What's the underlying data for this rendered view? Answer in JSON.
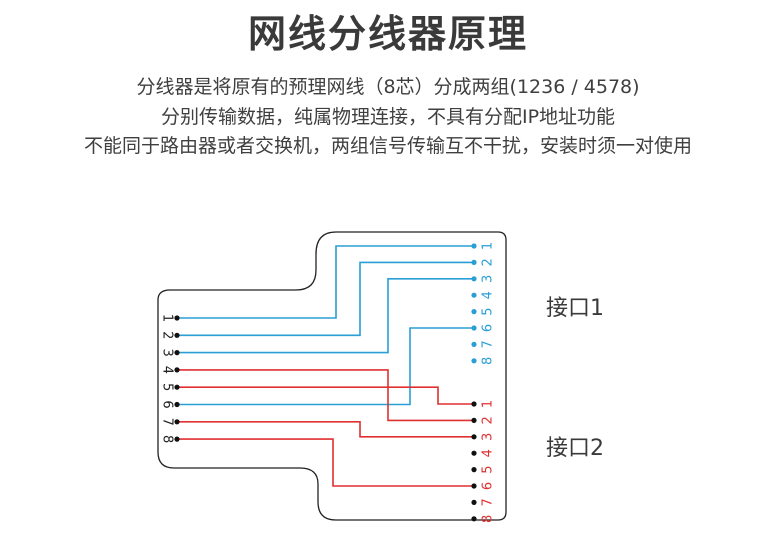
{
  "title": "网线分线器原理",
  "description": [
    "分线器是将原有的预理网线（8芯）分成两组(1236 / 4578)",
    "分别传输数据，纯属物理连接，不具有分配IP地址功能",
    "不能同于路由器或者交换机，两组信号传输互不干扰，安装时须一对使用"
  ],
  "diagram": {
    "input_pins": [
      "1",
      "2",
      "3",
      "4",
      "5",
      "6",
      "7",
      "8"
    ],
    "port1": {
      "label": "接口1",
      "pins": [
        "1",
        "2",
        "3",
        "4",
        "5",
        "6",
        "7",
        "8"
      ],
      "color": "#2a9fd6"
    },
    "port2": {
      "label": "接口2",
      "pins": [
        "1",
        "2",
        "3",
        "4",
        "5",
        "6",
        "7",
        "8"
      ],
      "color": "#e03030"
    },
    "connections": [
      {
        "from": "1",
        "to_port": "port1",
        "to": "1"
      },
      {
        "from": "2",
        "to_port": "port1",
        "to": "2"
      },
      {
        "from": "3",
        "to_port": "port1",
        "to": "3"
      },
      {
        "from": "6",
        "to_port": "port1",
        "to": "6"
      },
      {
        "from": "4",
        "to_port": "port2",
        "to": "2"
      },
      {
        "from": "5",
        "to_port": "port2",
        "to": "1"
      },
      {
        "from": "7",
        "to_port": "port2",
        "to": "3"
      },
      {
        "from": "8",
        "to_port": "port2",
        "to": "6"
      }
    ],
    "colors": {
      "outline": "#222222",
      "dot": "#111111"
    }
  }
}
